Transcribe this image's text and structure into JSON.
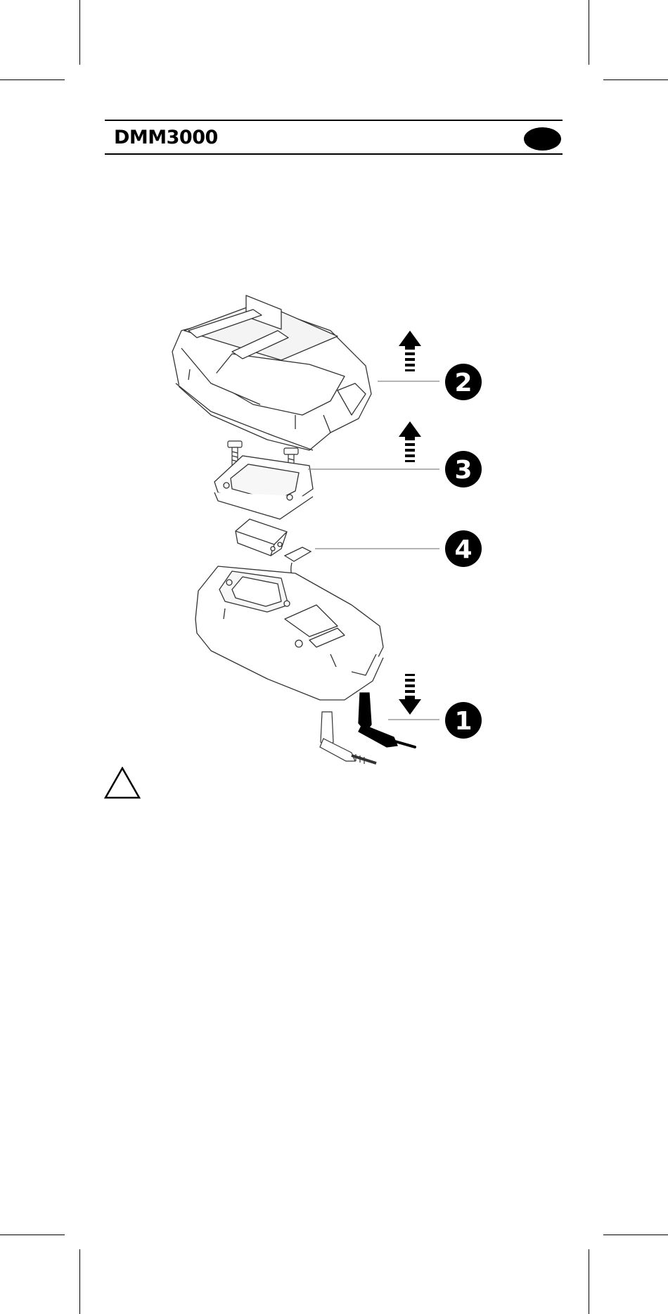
{
  "header": {
    "model": "DMM3000"
  },
  "figure": {
    "callouts": [
      {
        "id": "cover",
        "number": "2"
      },
      {
        "id": "battery-door",
        "number": "3"
      },
      {
        "id": "battery",
        "number": "4"
      },
      {
        "id": "test-leads",
        "number": "1"
      }
    ],
    "arrow_directions": [
      "up",
      "up",
      "down"
    ]
  },
  "icons": {
    "warning": "warning-triangle-icon",
    "language_marker": "language-badge-icon"
  }
}
